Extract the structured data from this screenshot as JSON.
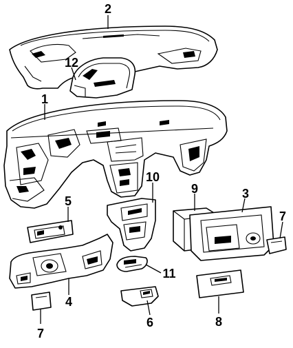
{
  "callouts": [
    {
      "id": "c2",
      "label": "2"
    },
    {
      "id": "c12",
      "label": "12"
    },
    {
      "id": "c1",
      "label": "1"
    },
    {
      "id": "c10",
      "label": "10"
    },
    {
      "id": "c9",
      "label": "9"
    },
    {
      "id": "c3",
      "label": "3"
    },
    {
      "id": "c5",
      "label": "5"
    },
    {
      "id": "c7a",
      "label": "7"
    },
    {
      "id": "c11",
      "label": "11"
    },
    {
      "id": "c4",
      "label": "4"
    },
    {
      "id": "c6",
      "label": "6"
    },
    {
      "id": "c8",
      "label": "8"
    },
    {
      "id": "c7b",
      "label": "7"
    }
  ]
}
